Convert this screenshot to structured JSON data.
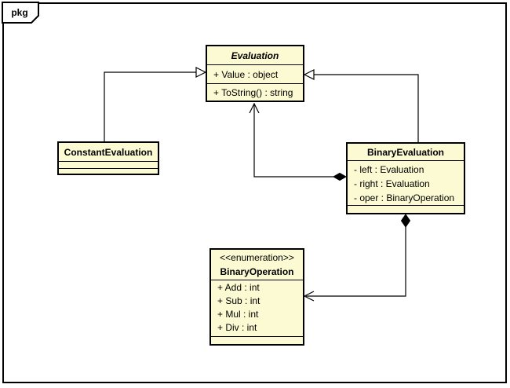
{
  "package": {
    "label": "pkg"
  },
  "colors": {
    "class_fill": "#FCFAD2",
    "line": "#000000",
    "background": "#FFFFFF"
  },
  "classes": {
    "evaluation": {
      "name": "Evaluation",
      "abstract": true,
      "attributes": [
        "+ Value : object"
      ],
      "operations": [
        "+ ToString() : string"
      ]
    },
    "constant_evaluation": {
      "name": "ConstantEvaluation",
      "attributes": [],
      "operations": []
    },
    "binary_evaluation": {
      "name": "BinaryEvaluation",
      "attributes": [
        "- left : Evaluation",
        "- right : Evaluation",
        "- oper : BinaryOperation"
      ],
      "operations": []
    },
    "binary_operation": {
      "stereotype": "<<enumeration>>",
      "name": "BinaryOperation",
      "attributes": [
        "+ Add : int",
        "+ Sub : int",
        "+ Mul : int",
        "+ Div : int"
      ],
      "operations": []
    }
  },
  "relationships": [
    {
      "type": "generalization",
      "from": "ConstantEvaluation",
      "to": "Evaluation"
    },
    {
      "type": "generalization",
      "from": "BinaryEvaluation",
      "to": "Evaluation"
    },
    {
      "type": "composition",
      "from": "BinaryEvaluation",
      "to": "Evaluation"
    },
    {
      "type": "composition",
      "from": "BinaryEvaluation",
      "to": "BinaryOperation"
    }
  ]
}
